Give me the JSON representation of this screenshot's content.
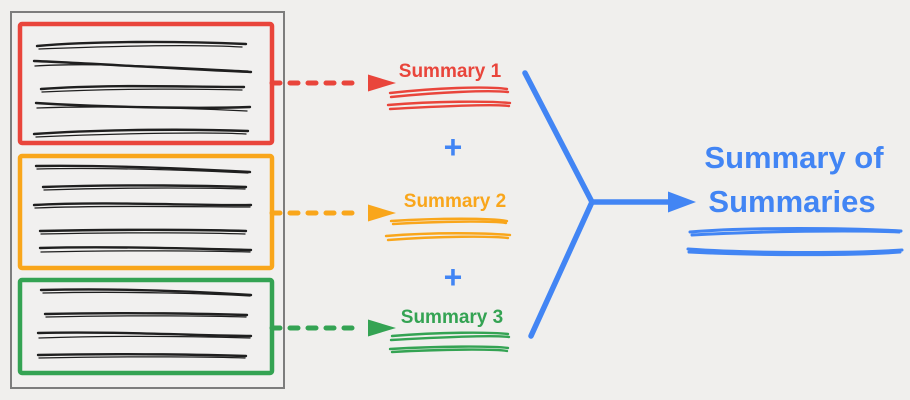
{
  "diagram": {
    "background": "#f0efed",
    "palette": {
      "red": "#e9453b",
      "orange": "#f9a61b",
      "green": "#34a353",
      "blue": "#4285f4",
      "ink": "#1f1f1f",
      "document_border": "#7d7d7d"
    },
    "document": {
      "sections": [
        {
          "name": "section-1",
          "color": "#e9453b"
        },
        {
          "name": "section-2",
          "color": "#f9a61b"
        },
        {
          "name": "section-3",
          "color": "#34a353"
        }
      ]
    },
    "summaries": [
      {
        "label": "Summary 1",
        "color": "#e9453b"
      },
      {
        "label": "Summary 2",
        "color": "#f9a61b"
      },
      {
        "label": "Summary 3",
        "color": "#34a353"
      }
    ],
    "operators": {
      "plus": "+"
    },
    "final_summary": {
      "line1": "Summary of",
      "line2": "Summaries",
      "color": "#4285f4"
    }
  }
}
